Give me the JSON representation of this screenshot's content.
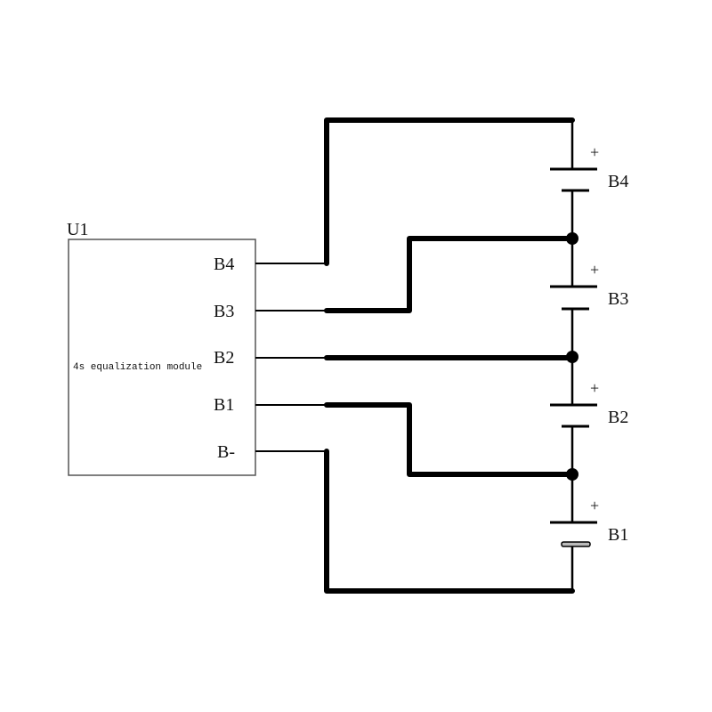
{
  "diagram": {
    "type": "circuit-schematic",
    "module": {
      "designator": "U1",
      "description": "4s equalization module",
      "pins": [
        {
          "id": "B4",
          "label": "B4"
        },
        {
          "id": "B3",
          "label": "B3"
        },
        {
          "id": "B2",
          "label": "B2"
        },
        {
          "id": "B1",
          "label": "B1"
        },
        {
          "id": "BN",
          "label": "B-"
        }
      ]
    },
    "batteries": [
      {
        "id": "B4",
        "label": "B4",
        "polarity_mark": "+"
      },
      {
        "id": "B3",
        "label": "B3",
        "polarity_mark": "+"
      },
      {
        "id": "B2",
        "label": "B2",
        "polarity_mark": "+"
      },
      {
        "id": "B1",
        "label": "B1",
        "polarity_mark": "+"
      }
    ],
    "connections": [
      {
        "from": "U1.B4",
        "to": "B4 positive terminal"
      },
      {
        "from": "U1.B3",
        "to": "junction B4- / B3+"
      },
      {
        "from": "U1.B2",
        "to": "junction B3- / B2+"
      },
      {
        "from": "U1.B1",
        "to": "junction B2- / B1+"
      },
      {
        "from": "U1.B-",
        "to": "B1 negative terminal"
      }
    ],
    "colors": {
      "wire": "#000000",
      "box": "#444444",
      "background": "#ffffff"
    }
  }
}
